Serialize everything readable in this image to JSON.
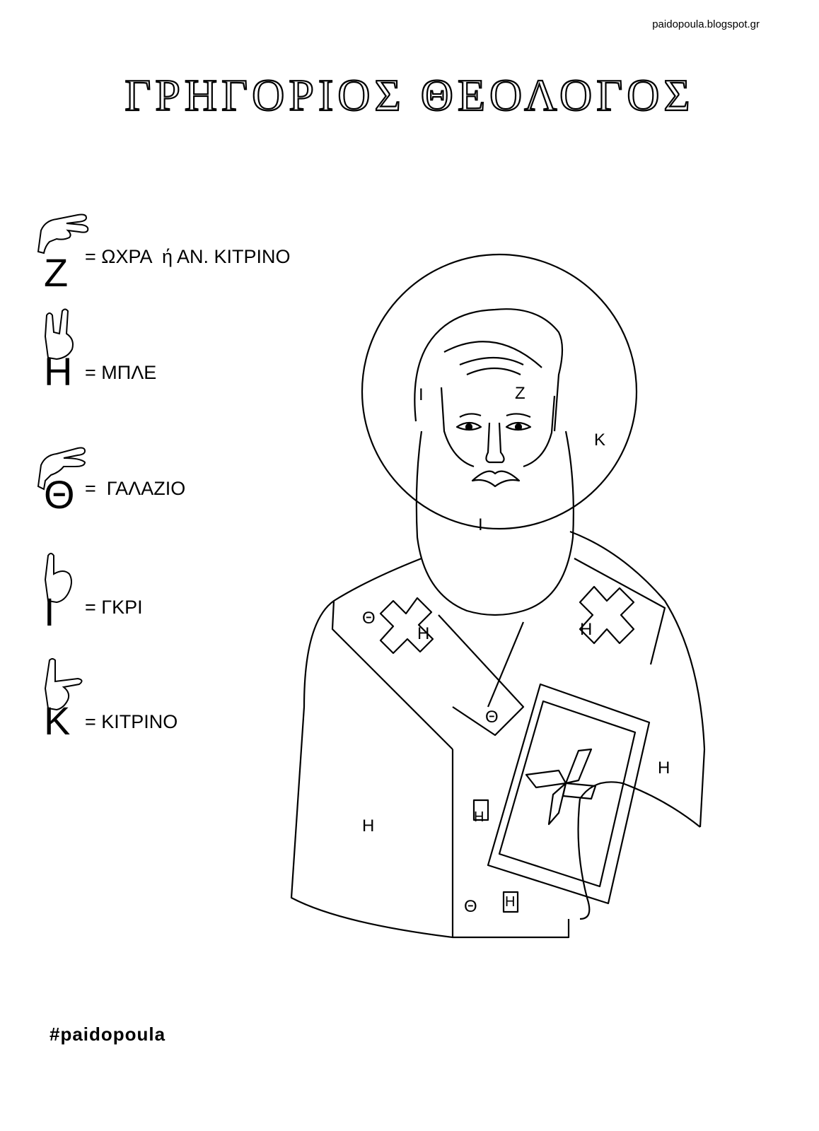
{
  "site_url": "paidopoula.blogspot.gr",
  "title": "ΓΡΗΓΟΡΙΟΣ ΘΕΟΛΟΓΟΣ",
  "legend": [
    {
      "letter": "Z",
      "label": "= ΩΧΡΑ  ή ΑΝ. ΚΙΤΡΙΝΟ",
      "hand_icon": "sign-language-z-hand-icon"
    },
    {
      "letter": "Η",
      "label": "= ΜΠΛΕ",
      "hand_icon": "sign-language-h-hand-icon"
    },
    {
      "letter": "Θ",
      "label": "=  ΓΑΛΑΖΙΟ",
      "hand_icon": "sign-language-theta-hand-icon"
    },
    {
      "letter": "Ι",
      "label": "= ΓΚΡΙ",
      "hand_icon": "sign-language-i-hand-icon"
    },
    {
      "letter": "Κ",
      "label": "= ΚΙΤΡΙΝΟ",
      "hand_icon": "sign-language-k-hand-icon"
    }
  ],
  "figure_codes": [
    "Ι",
    "Z",
    "Κ",
    "Ι",
    "Θ",
    "Η",
    "Η",
    "Θ",
    "Η",
    "Η",
    "Η",
    "Θ",
    "Η"
  ],
  "hashtag": "#paidopoula"
}
